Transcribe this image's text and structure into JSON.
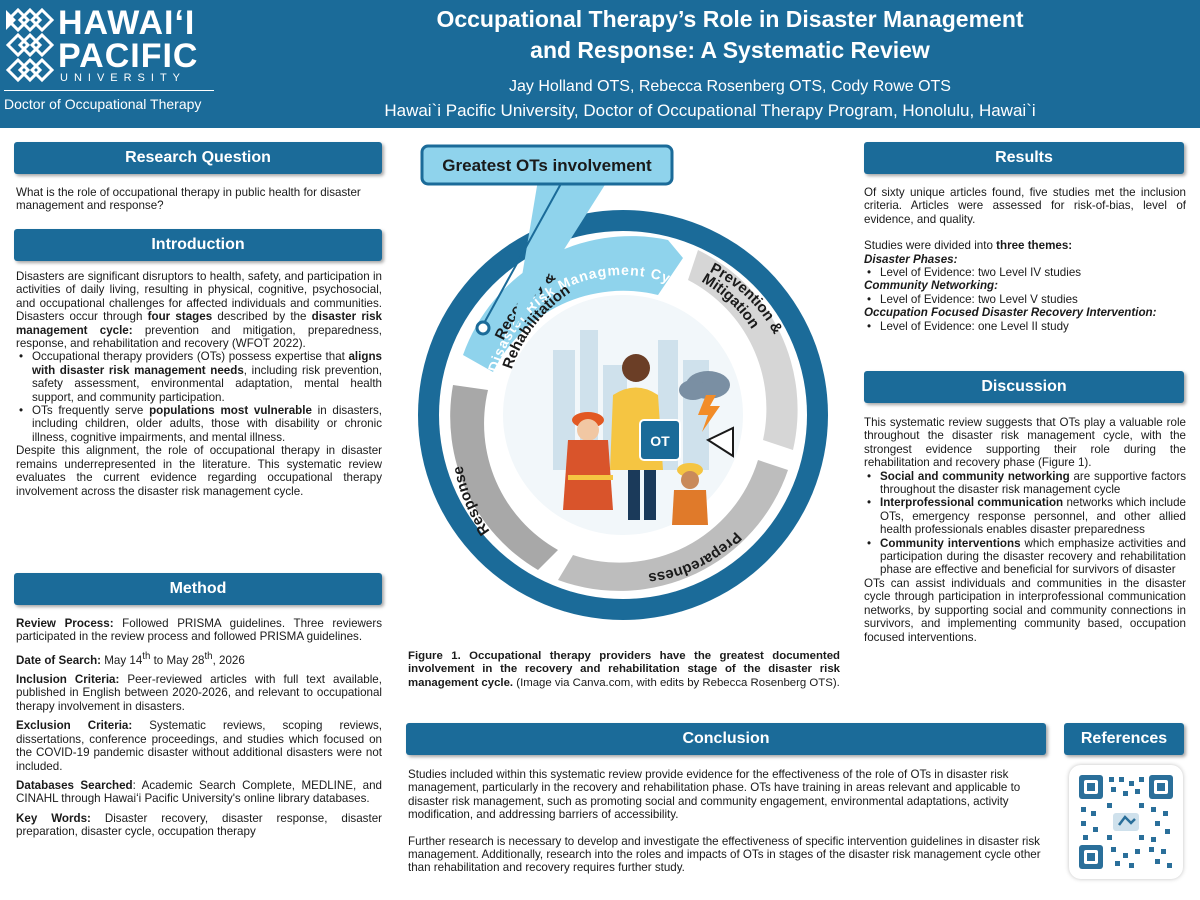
{
  "header": {
    "logo_word1": "HAWAIʻI",
    "logo_word2": "PACIFIC",
    "logo_university": "UNIVERSITY",
    "logo_department": "Doctor of Occupational Therapy",
    "title_line1": "Occupational Therapy’s Role in Disaster Management",
    "title_line2": "and Response: A Systematic Review",
    "authors": "Jay Holland OTS, Rebecca Rosenberg OTS, Cody Rowe OTS",
    "affiliation": "Hawai`i Pacific University, Doctor of Occupational Therapy Program, Honolulu, Hawai`i"
  },
  "research_question": {
    "heading": "Research Question",
    "text": "What is the role of occupational therapy in public health for disaster management and response?"
  },
  "introduction": {
    "heading": "Introduction",
    "p1_a": "Disasters are significant disruptors to health, safety, and participation in activities of daily living, resulting in physical, cognitive, psychosocial, and occupational challenges for affected individuals and communities. Disasters occur through ",
    "p1_b": "four stages",
    "p1_c": " described by the ",
    "p1_d": "disaster risk management cycle:",
    "p1_e": " prevention and mitigation, preparedness, response, and rehabilitation and recovery (WFOT 2022).",
    "b1_a": "Occupational therapy providers (OTs) possess expertise that ",
    "b1_b": "aligns with disaster risk management needs",
    "b1_c": ", including risk prevention, safety assessment, environmental adaptation, mental health support, and community participation.",
    "b2_a": "OTs frequently serve ",
    "b2_b": "populations most vulnerable",
    "b2_c": " in disasters, including children, older adults, those with disability or chronic illness, cognitive impairments, and mental illness.",
    "p2": "Despite this alignment, the role of occupational therapy in disaster remains underrepresented in the literature. This systematic review evaluates the current evidence regarding occupational therapy involvement across the disaster risk management cycle."
  },
  "method": {
    "heading": "Method",
    "review_label": "Review Process:",
    "review_text": " Followed PRISMA guidelines. Three reviewers participated in the review process and followed PRISMA guidelines.",
    "date_label": "Date of Search:",
    "date_a": " May 14",
    "date_sup1": "th",
    "date_b": " to May 28",
    "date_sup2": "th",
    "date_c": ", 2026",
    "inclusion_label": "Inclusion Criteria:",
    "inclusion_text": " Peer-reviewed articles with full text available, published in English between 2020-2026, and relevant to occupational therapy involvement in disasters.",
    "exclusion_label": "Exclusion Criteria:",
    "exclusion_text": " Systematic reviews, scoping reviews, dissertations, conference proceedings, and studies which focused on the COVID-19 pandemic disaster without additional disasters were not included.",
    "databases_label": "Databases Searched",
    "databases_text": ": Academic Search Complete, MEDLINE, and CINAHL through Hawaiʻi Pacific University's online library databases.",
    "keywords_label": "Key Words:",
    "keywords_text": " Disaster recovery, disaster response, disaster preparation, disaster cycle, occupation therapy"
  },
  "figure": {
    "callout": "Greatest OTs involvement",
    "cycle_title": "Disaster Risk Managment Cycle",
    "seg_recovery_1": "Recovery &",
    "seg_recovery_2": "Rehabilitation",
    "seg_prevention_1": "Prevention &",
    "seg_prevention_2": "Mitigation",
    "seg_preparedness": "Preparedness",
    "seg_response": "Response",
    "clipboard_label": "OT",
    "caption_bold": "Figure 1. Occupational therapy providers have the greatest documented involvement in the recovery and rehabilitation stage of the disaster risk management cycle.",
    "caption_rest": " (Image via Canva.com, with edits by Rebecca Rosenberg OTS)."
  },
  "results": {
    "heading": "Results",
    "p1": "Of sixty unique articles found, five studies met the inclusion criteria. Articles were assessed for risk-of-bias, level of evidence, and quality.",
    "p2_a": "Studies were divided into ",
    "p2_b": "three themes:",
    "theme1": "Disaster Phases:",
    "theme1_item": "Level of Evidence: two Level IV studies",
    "theme2": "Community Networking:",
    "theme2_item": "Level of Evidence: two Level V studies",
    "theme3": "Occupation Focused Disaster Recovery Intervention:",
    "theme3_item": "Level of Evidence: one Level II study"
  },
  "discussion": {
    "heading": "Discussion",
    "p1": "This systematic review suggests that OTs play a valuable role throughout the disaster risk management cycle, with the strongest evidence supporting their role during the rehabilitation and recovery phase (Figure 1).",
    "b1_a": "Social and community networking",
    "b1_b": " are supportive factors throughout the disaster risk management cycle",
    "b2_a": "Interprofessional communication",
    "b2_b": " networks which include OTs, emergency response personnel, and other allied health professionals enables disaster preparedness",
    "b3_a": "Community interventions",
    "b3_b": " which emphasize activities and participation during the disaster recovery and rehabilitation  phase are effective and beneficial for survivors of disaster",
    "p2": "OTs can assist individuals and communities in the disaster cycle through participation in interprofessional communication networks, by supporting social and community connections in survivors, and implementing community based, occupation focused interventions."
  },
  "conclusion": {
    "heading": "Conclusion",
    "p1": "Studies included within this systematic review provide evidence for the effectiveness of the role of OTs in disaster risk management, particularly in the recovery and rehabilitation phase. OTs have training in areas relevant and applicable to disaster risk management, such as promoting social and community engagement, environmental adaptations, activity modification, and addressing barriers of accessibility.",
    "p2": "Further research is necessary to develop and investigate the effectiveness of specific intervention guidelines in disaster risk management. Additionally, research into the roles and impacts of OTs in stages of the disaster risk management cycle other than rehabilitation and recovery requires further study."
  },
  "references": {
    "heading": "References"
  },
  "colors": {
    "brand_blue": "#1b6b99",
    "light_blue": "#8fd3ec",
    "ring_gray": "#bdbdbd"
  }
}
